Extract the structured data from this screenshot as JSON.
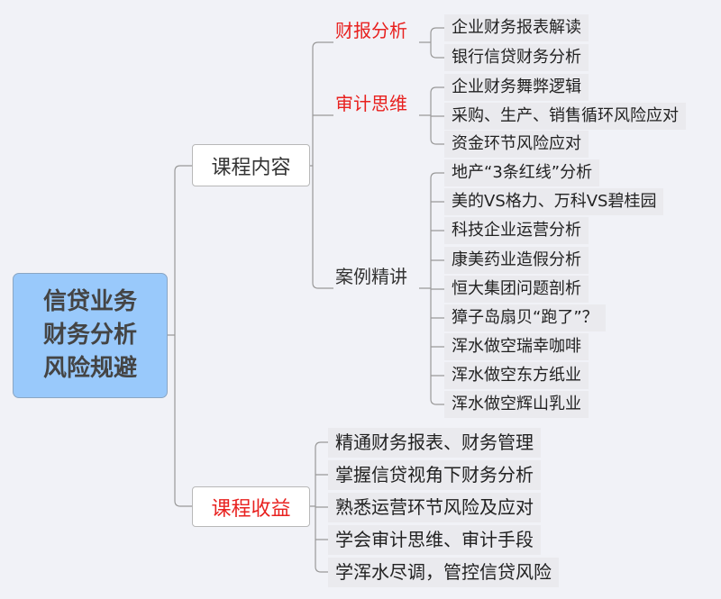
{
  "root": {
    "lines": [
      "信贷业务",
      "财务分析",
      "风险规避"
    ]
  },
  "branches": {
    "content": {
      "label": "课程内容",
      "subs": [
        {
          "label": "财报分析",
          "color": "#e8211f",
          "leaves": [
            "企业财务报表解读",
            "银行信贷财务分析"
          ]
        },
        {
          "label": "审计思维",
          "color": "#e8211f",
          "leaves": [
            "企业财务舞弊逻辑",
            "采购、生产、销售循环风险应对",
            "资金环节风险应对"
          ]
        },
        {
          "label": "案例精讲",
          "color": "#333333",
          "leaves": [
            "地产“3条红线”分析",
            "美的VS格力、万科VS碧桂园",
            "科技企业运营分析",
            "康美药业造假分析",
            "恒大集团问题剖析",
            "獐子岛扇贝“跑了”？",
            "浑水做空瑞幸咖啡",
            "浑水做空东方纸业",
            "浑水做空辉山乳业"
          ]
        }
      ]
    },
    "benefits": {
      "label": "课程收益",
      "color": "#e8211f",
      "items": [
        "精通财务报表、财务管理",
        "掌握信贷视角下财务分析",
        "熟悉运营环节风险及应对",
        "学会审计思维、审计手段",
        "学浑水尽调，管控信贷风险"
      ]
    }
  }
}
